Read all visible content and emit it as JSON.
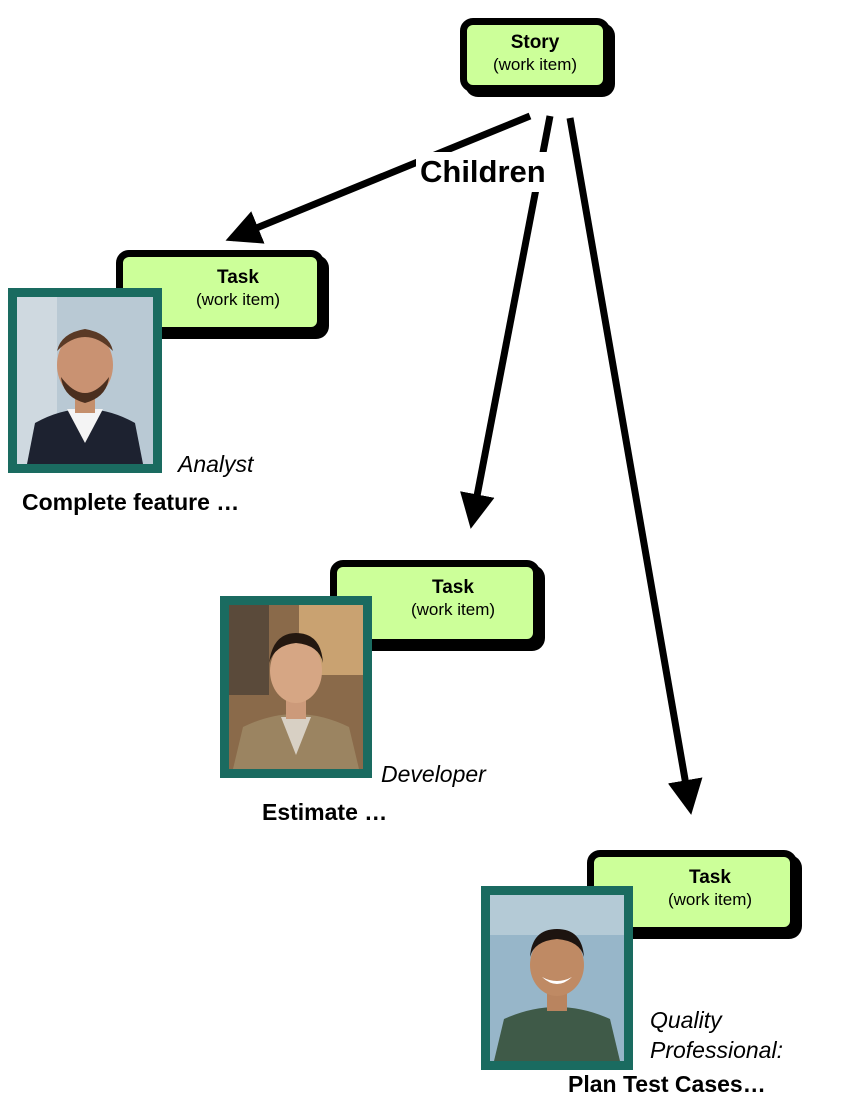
{
  "relationship_label": "Children",
  "story": {
    "title": "Story",
    "subtitle": "(work item)"
  },
  "tasks": [
    {
      "title": "Task",
      "subtitle": "(work item)",
      "role": "Analyst",
      "description": "Complete feature …",
      "photo": "analyst-photo"
    },
    {
      "title": "Task",
      "subtitle": "(work item)",
      "role": "Developer",
      "description": "Estimate …",
      "photo": "developer-photo"
    },
    {
      "title": "Task",
      "subtitle": "(work item)",
      "role_line1": "Quality",
      "role_line2": "Professional:",
      "description": "Plan Test Cases…",
      "photo": "quality-professional-photo"
    }
  ],
  "colors": {
    "box_fill": "#ccff99",
    "photo_frame": "#1a6b60",
    "arrow": "#000000"
  }
}
